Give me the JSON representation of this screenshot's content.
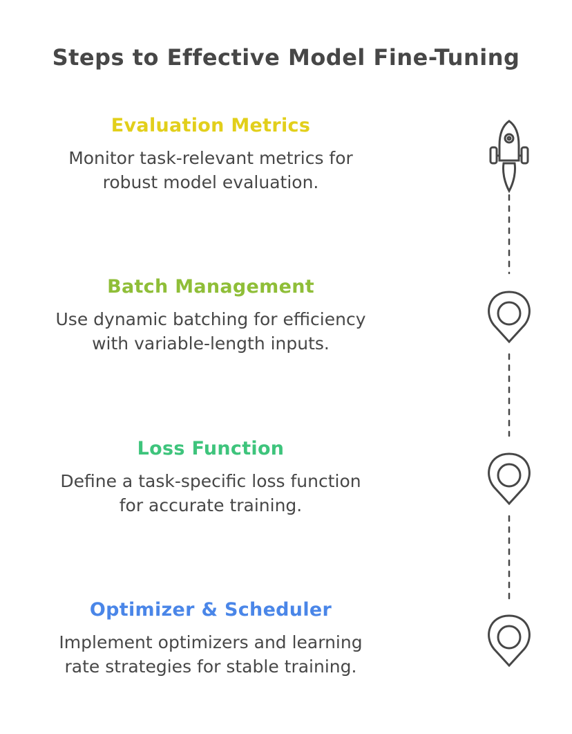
{
  "title": "Steps to Effective Model Fine-Tuning",
  "steps": [
    {
      "heading": "Evaluation Metrics",
      "line1": "Monitor task-relevant metrics for",
      "line2": "robust model evaluation.",
      "color": "#e2cf1b",
      "icon": "rocket-icon"
    },
    {
      "heading": "Batch Management",
      "line1": "Use dynamic batching for efficiency",
      "line2": "with variable-length inputs.",
      "color": "#8fbe38",
      "icon": "map-pin-icon"
    },
    {
      "heading": "Loss Function",
      "line1": "Define a task-specific loss function",
      "line2": "for accurate training.",
      "color": "#3ec47c",
      "icon": "map-pin-icon"
    },
    {
      "heading": "Optimizer & Scheduler",
      "line1": "Implement optimizers and learning",
      "line2": "rate strategies for stable training.",
      "color": "#4a86e8",
      "icon": "map-pin-icon"
    }
  ]
}
